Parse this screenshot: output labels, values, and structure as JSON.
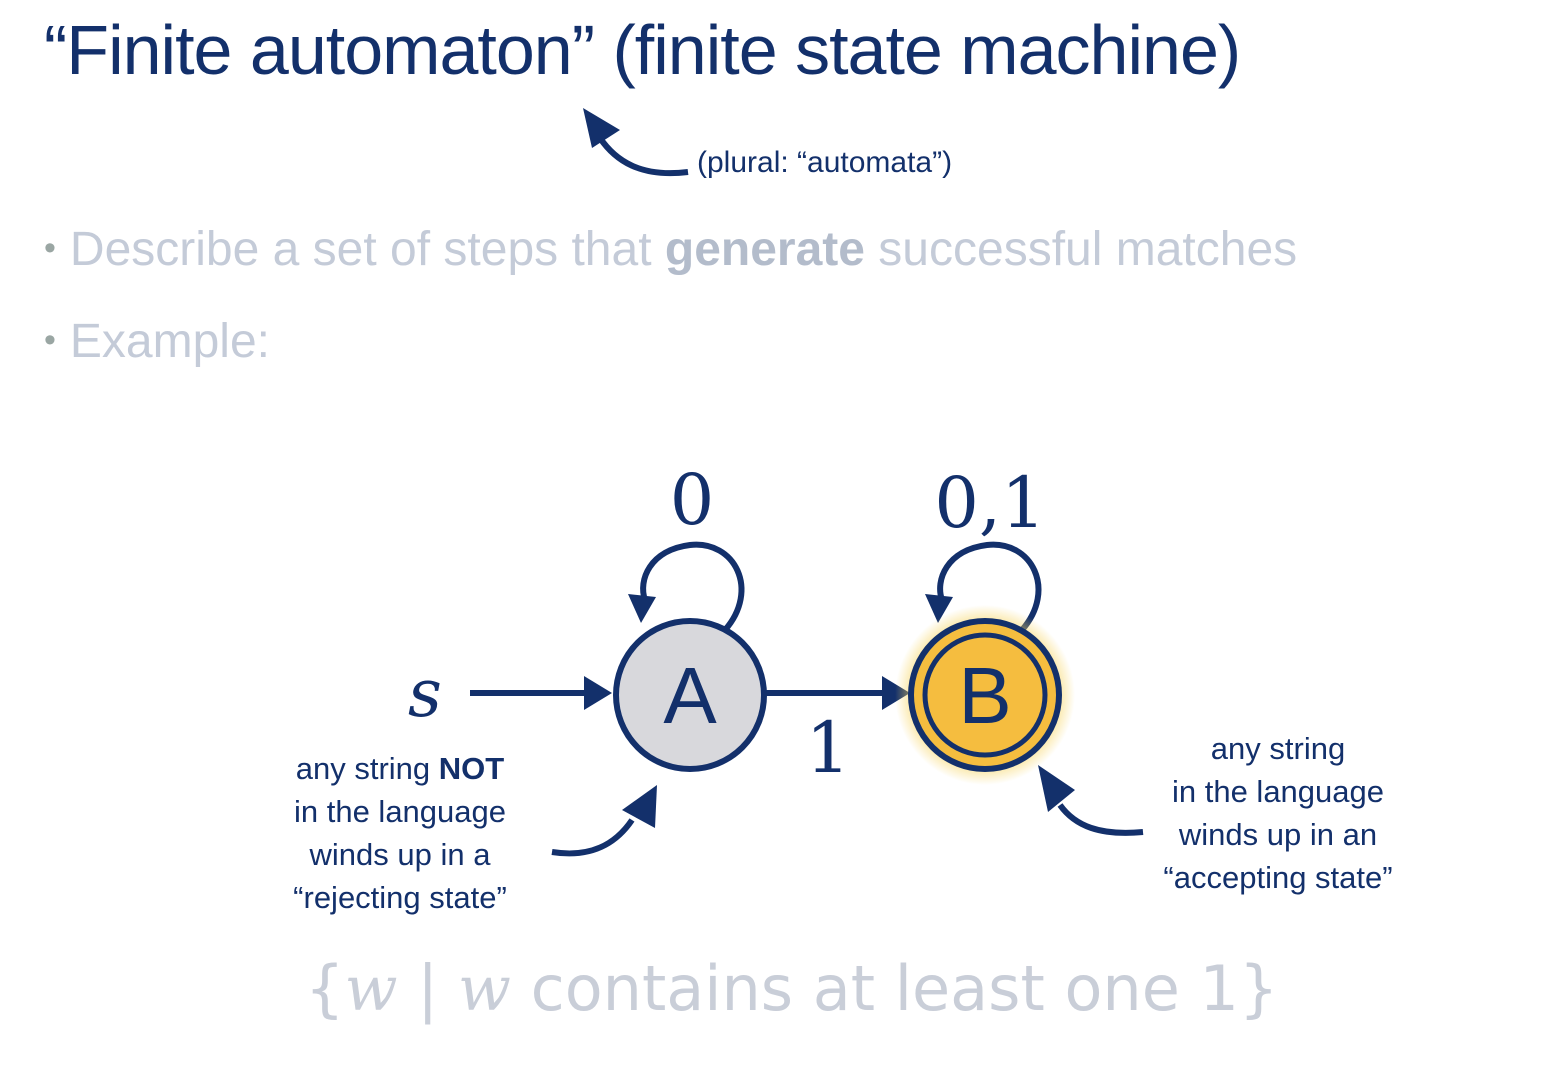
{
  "title": "“Finite automaton” (finite state machine)",
  "title_note": "(plural: “automata”)",
  "bullets": [
    {
      "pre": "Describe a set of steps that ",
      "bold": "generate",
      "post": " successful matches"
    },
    {
      "pre": "Example:"
    }
  ],
  "diagram": {
    "start_label": "s",
    "states": [
      {
        "name": "A",
        "kind": "rejecting",
        "fill": "#d8d8dc"
      },
      {
        "name": "B",
        "kind": "accepting",
        "fill": "#f5bd3f"
      }
    ],
    "transitions": [
      {
        "from": "A",
        "to": "A",
        "label": "0"
      },
      {
        "from": "A",
        "to": "B",
        "label": "1"
      },
      {
        "from": "B",
        "to": "B",
        "label": "0,1"
      }
    ],
    "captions": {
      "rejecting": [
        "any string ",
        "NOT",
        "in the language",
        "winds up in a",
        "“rejecting state”"
      ],
      "accepting": [
        "any string",
        "in the language",
        "winds up in an",
        "“accepting state”"
      ]
    }
  },
  "language": {
    "open": "{",
    "var1": "w",
    "bar": " | ",
    "var2": "w",
    "text": " contains at least one 1",
    "close": "}"
  },
  "colors": {
    "navy": "#13306b",
    "faded_text": "#c4cbd8",
    "accept_glow": "#f7d35a"
  }
}
